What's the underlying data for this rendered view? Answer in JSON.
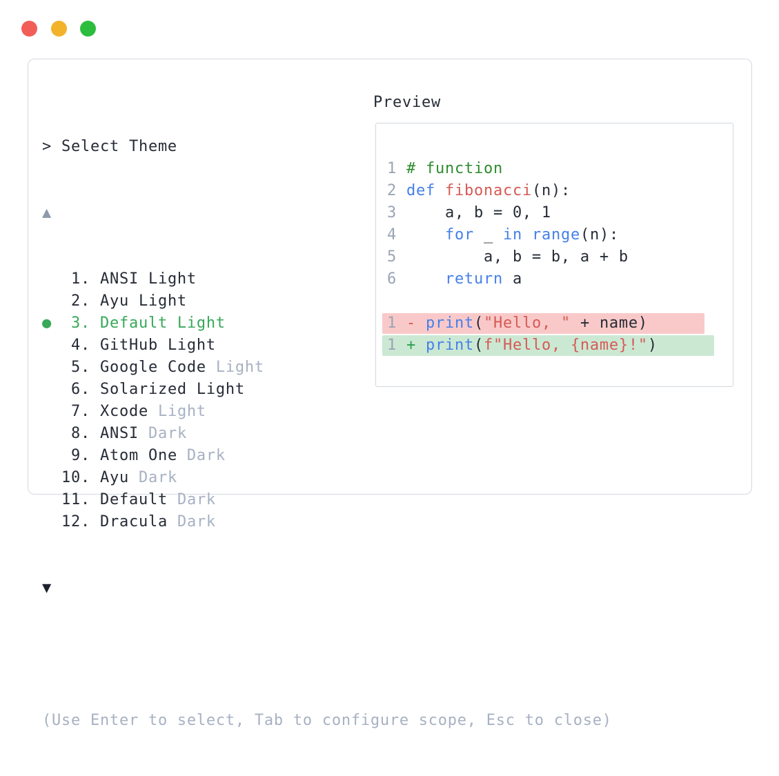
{
  "window": {
    "controls": [
      {
        "name": "close",
        "color": "#f25d58"
      },
      {
        "name": "minimize",
        "color": "#f2b32b"
      },
      {
        "name": "zoom",
        "color": "#2dbd3e"
      }
    ]
  },
  "theme_picker": {
    "prompt": "> Select Theme",
    "scroll_up_icon": "▲",
    "scroll_down_icon": "▼",
    "selected_bullet_icon": "●",
    "items": [
      {
        "number": "1.",
        "name": "ANSI Light",
        "dim": "",
        "selected": false
      },
      {
        "number": "2.",
        "name": "Ayu Light",
        "dim": "",
        "selected": false
      },
      {
        "number": "3.",
        "name": "Default Light",
        "dim": "",
        "selected": true
      },
      {
        "number": "4.",
        "name": "GitHub Light",
        "dim": "",
        "selected": false
      },
      {
        "number": "5.",
        "name": "Google Code",
        "dim": "Light",
        "selected": false
      },
      {
        "number": "6.",
        "name": "Solarized Light",
        "dim": "",
        "selected": false
      },
      {
        "number": "7.",
        "name": "Xcode",
        "dim": "Light",
        "selected": false
      },
      {
        "number": "8.",
        "name": "ANSI",
        "dim": "Dark",
        "selected": false
      },
      {
        "number": "9.",
        "name": "Atom One",
        "dim": "Dark",
        "selected": false
      },
      {
        "number": "10.",
        "name": "Ayu",
        "dim": "Dark",
        "selected": false
      },
      {
        "number": "11.",
        "name": "Default",
        "dim": "Dark",
        "selected": false
      },
      {
        "number": "12.",
        "name": "Dracula",
        "dim": "Dark",
        "selected": false
      }
    ]
  },
  "preview": {
    "label": "Preview",
    "code_lines": [
      {
        "num": "1",
        "diff": "",
        "tokens": [
          [
            "plain",
            " "
          ],
          [
            "comment",
            "# function"
          ]
        ]
      },
      {
        "num": "2",
        "diff": "",
        "tokens": [
          [
            "plain",
            " "
          ],
          [
            "kw",
            "def"
          ],
          [
            "plain",
            " "
          ],
          [
            "red",
            "fibonacci"
          ],
          [
            "plain",
            "(n):"
          ]
        ]
      },
      {
        "num": "3",
        "diff": "",
        "tokens": [
          [
            "plain",
            "     a, b = 0, 1"
          ]
        ]
      },
      {
        "num": "4",
        "diff": "",
        "tokens": [
          [
            "plain",
            "     "
          ],
          [
            "kw",
            "for"
          ],
          [
            "plain",
            " _ "
          ],
          [
            "kw",
            "in"
          ],
          [
            "plain",
            " "
          ],
          [
            "kw",
            "range"
          ],
          [
            "plain",
            "(n):"
          ]
        ]
      },
      {
        "num": "5",
        "diff": "",
        "tokens": [
          [
            "plain",
            "         a, b = b, a + b"
          ]
        ]
      },
      {
        "num": "6",
        "diff": "",
        "tokens": [
          [
            "plain",
            "     "
          ],
          [
            "kw",
            "return"
          ],
          [
            "plain",
            " a"
          ]
        ]
      },
      {
        "num": "",
        "diff": "",
        "tokens": []
      },
      {
        "num": "1",
        "diff": "removed",
        "tokens": [
          [
            "plain",
            " "
          ],
          [
            "minus",
            "-"
          ],
          [
            "plain",
            " "
          ],
          [
            "kw",
            "print"
          ],
          [
            "plain",
            "("
          ],
          [
            "red",
            "\"Hello, \""
          ],
          [
            "plain",
            " + name)"
          ]
        ]
      },
      {
        "num": "1",
        "diff": "added",
        "tokens": [
          [
            "plain",
            " "
          ],
          [
            "plus",
            "+"
          ],
          [
            "plain",
            " "
          ],
          [
            "kw",
            "print"
          ],
          [
            "plain",
            "("
          ],
          [
            "red",
            "f\"Hello, {name}!\""
          ],
          [
            "plain",
            ")"
          ]
        ]
      }
    ]
  },
  "footer": {
    "hint": "(Use Enter to select, Tab to configure scope, Esc to close)"
  },
  "colors": {
    "text_dark": "#262b36",
    "text_dim": "#a7b1c2",
    "selected_green": "#38a859",
    "scroll_up_arrow": "#8e99ab",
    "scroll_down_arrow": "#1d212b",
    "panel_border": "#d4d8e0",
    "line_number": "#9aa4b4",
    "syntax_keyword": "#4580e8",
    "syntax_function_string": "#d65a55",
    "syntax_comment": "#2e8b2e",
    "diff_removed_bg": "#f9c9c9",
    "diff_added_bg": "#cbe8d3",
    "diff_minus": "#d9534f",
    "diff_plus": "#2f9e4f"
  }
}
